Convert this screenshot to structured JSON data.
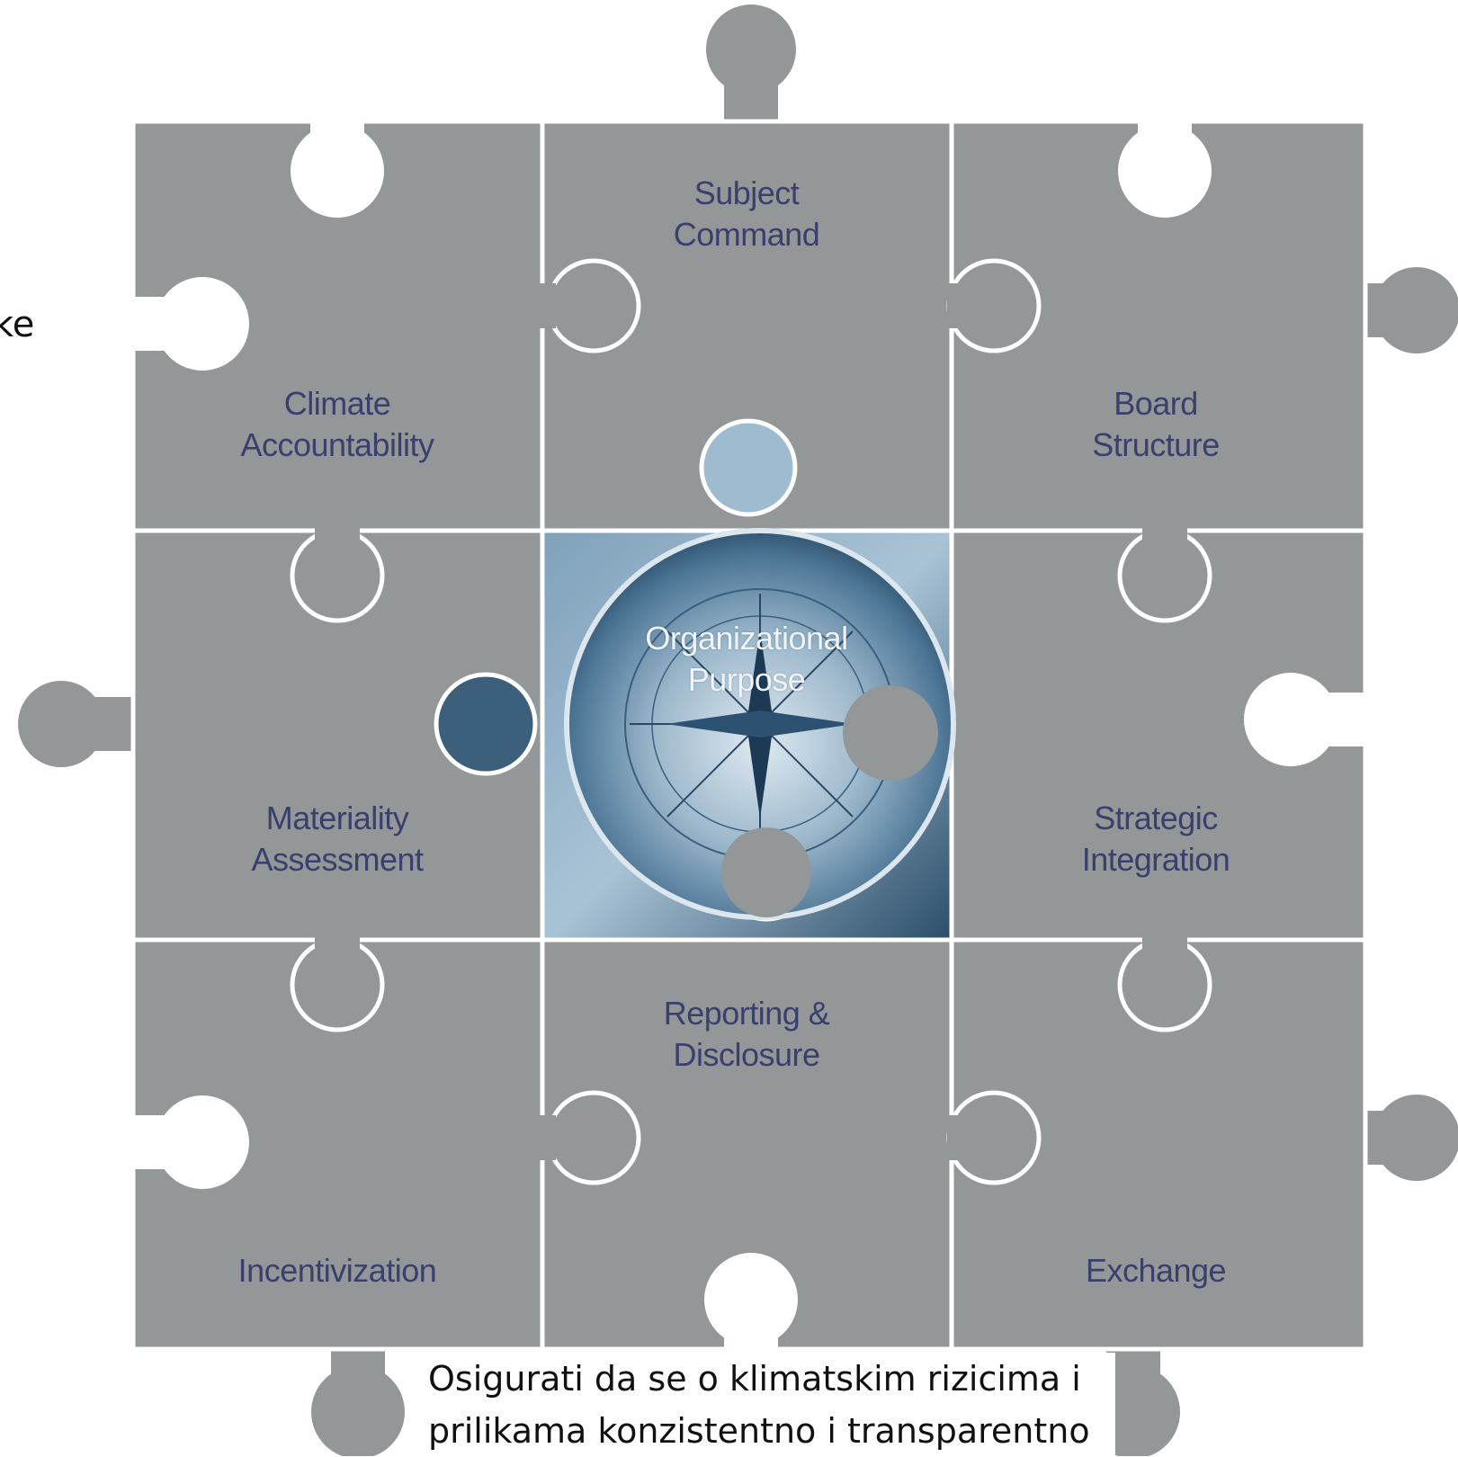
{
  "left_fragment": "ke",
  "pieces": [
    {
      "id": "subject-command",
      "label": "Subject\nCommand"
    },
    {
      "id": "climate-accountability",
      "label": "Climate\nAccountability"
    },
    {
      "id": "board-structure",
      "label": "Board\nStructure"
    },
    {
      "id": "organizational-purpose",
      "label": "Organizational\nPurpose"
    },
    {
      "id": "materiality-assessment",
      "label": "Materiality\nAssessment"
    },
    {
      "id": "strategic-integration",
      "label": "Strategic\nIntegration"
    },
    {
      "id": "reporting-disclosure",
      "label": "Reporting &\nDisclosure"
    },
    {
      "id": "incentivization",
      "label": "Incentivization"
    },
    {
      "id": "exchange",
      "label": "Exchange"
    }
  ],
  "caption": "Osigurati da se o klimatskim rizicima i prilikama konzistentno i transparentno",
  "colors": {
    "piece_fill": "#939797",
    "piece_border": "#ffffff",
    "label_text": "#3a3f6e",
    "center_fill": "#5f87a5"
  }
}
